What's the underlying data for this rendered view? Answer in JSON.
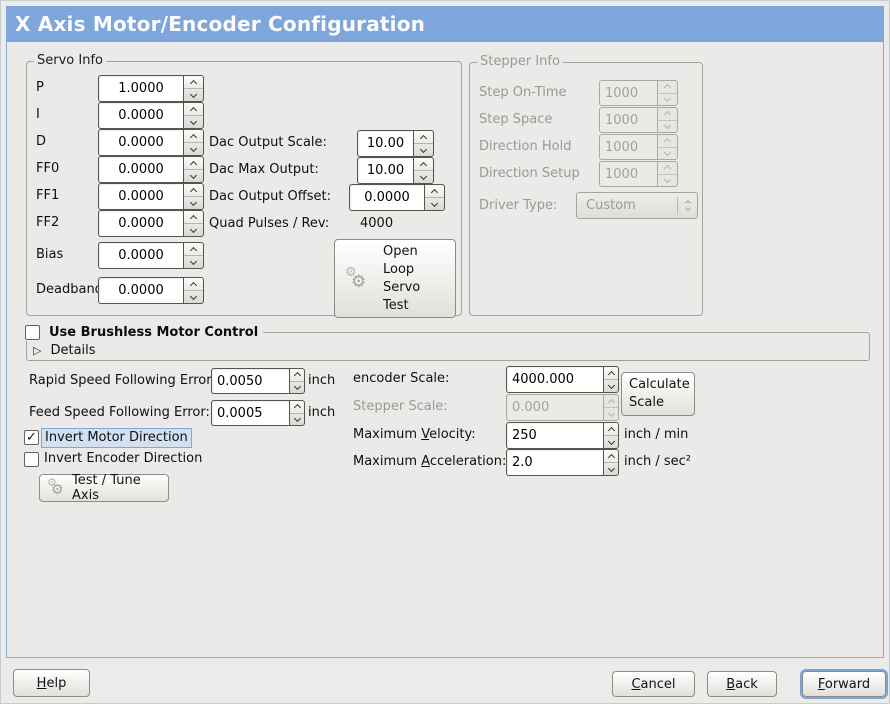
{
  "window": {
    "title": "X Axis Motor/Encoder Configuration"
  },
  "icons": {
    "check": "✓",
    "expander_collapsed": "▷",
    "gears": "⚙"
  },
  "servo_info": {
    "title": "Servo Info",
    "rows": [
      {
        "label": "P",
        "value": "1.0000"
      },
      {
        "label": "I",
        "value": "0.0000"
      },
      {
        "label": "D",
        "value": "0.0000"
      },
      {
        "label": "FF0",
        "value": "0.0000"
      },
      {
        "label": "FF1",
        "value": "0.0000"
      },
      {
        "label": "FF2",
        "value": "0.0000"
      },
      {
        "label": "Bias",
        "value": "0.0000"
      },
      {
        "label": "Deadband",
        "value": "0.0000"
      }
    ]
  },
  "dac": {
    "output_scale_label": "Dac Output Scale:",
    "output_scale_value": "10.00",
    "max_output_label": "Dac Max Output:",
    "max_output_value": "10.00",
    "output_offset_label": "Dac Output Offset:",
    "output_offset_value": "0.0000",
    "quad_pulses_label": "Quad Pulses / Rev:",
    "quad_pulses_value": "4000"
  },
  "open_loop_button": {
    "label": "Open\nLoop\nServo\nTest"
  },
  "stepper_info": {
    "title": "Stepper Info",
    "rows": [
      {
        "label": "Step On-Time",
        "value": "1000"
      },
      {
        "label": "Step Space",
        "value": "1000"
      },
      {
        "label": "Direction Hold",
        "value": "1000"
      },
      {
        "label": "Direction Setup",
        "value": "1000"
      }
    ],
    "driver_type_label": "Driver Type:",
    "driver_type_value": "Custom"
  },
  "brushless": {
    "label": "Use Brushless Motor Control",
    "details_label": "Details"
  },
  "following_error": {
    "rapid_label": "Rapid Speed Following Error:",
    "rapid_value": "0.0050",
    "rapid_unit": "inch",
    "feed_label": "Feed Speed Following Error:",
    "feed_value": "0.0005",
    "feed_unit": "inch"
  },
  "scales": {
    "encoder_label": "encoder Scale:",
    "encoder_value": "4000.000",
    "stepper_label": "Stepper Scale:",
    "stepper_value": "0.000",
    "calculate_button": "Calculate\nScale",
    "velocity_pre": "Maximum ",
    "velocity_key": "V",
    "velocity_post": "elocity:",
    "velocity_value": "250",
    "velocity_unit": "inch / min",
    "accel_pre": "Maximum ",
    "accel_key": "A",
    "accel_post": "cceleration:",
    "accel_value": "2.0",
    "accel_unit": "inch / sec²"
  },
  "direction": {
    "invert_motor_label": "Invert Motor Direction",
    "invert_encoder_label": "Invert Encoder Direction",
    "test_tune_button": "Test / Tune Axis"
  },
  "footer": {
    "help_key": "H",
    "help_rest": "elp",
    "cancel_key": "C",
    "cancel_rest": "ancel",
    "back_key": "B",
    "back_rest": "ack",
    "forward_key": "F",
    "forward_rest": "orward"
  }
}
